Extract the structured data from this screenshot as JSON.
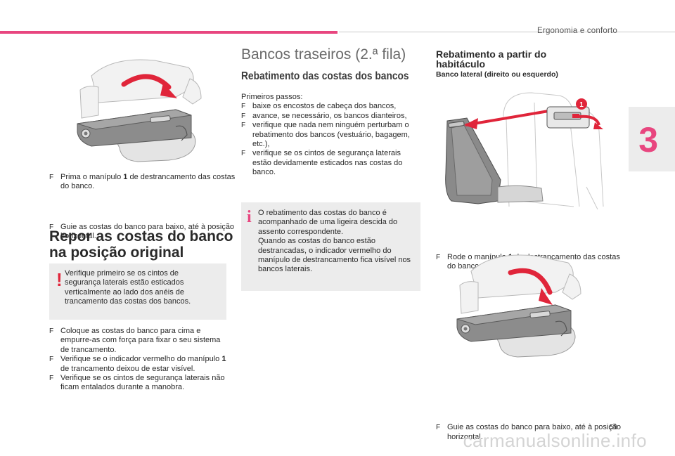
{
  "header": {
    "title": "Ergonomia e conforto"
  },
  "chapter": {
    "number": "3"
  },
  "page_number": "59",
  "watermark": {
    "text": "carmanualsonline.info"
  },
  "left_column": {
    "bullet_1_pre": "Prima o manípulo ",
    "bullet_1_num": "1",
    "bullet_1_post": " de destrancamento das costas do banco.",
    "bullet_2": "Guie as costas do banco para baixo, até à posição horizontal.",
    "section_title_line1": "Repor as costas do banco",
    "section_title_line2": "na posição original",
    "warning_text": "Verifique primeiro se os cintos de segurança laterais estão esticados verticalmente ao lado dos anéis de trancamento das costas dos bancos.",
    "bullet_3": "Coloque as costas do banco para cima e empurre-as com força para fixar o seu sistema de trancamento.",
    "bullet_4_pre": "Verifique se o indicador vermelho do manípulo ",
    "bullet_4_num": "1",
    "bullet_4_post": " de trancamento deixou de estar visível.",
    "bullet_5": "Verifique se os cintos de segurança laterais não ficam entalados durante a manobra."
  },
  "middle_column": {
    "title": "Bancos traseiros (2.ª fila)",
    "subtitle": "Rebatimento das costas dos bancos",
    "intro": "Primeiros passos:",
    "steps": [
      "baixe os encostos de cabeça dos bancos,",
      "avance, se necessário, os bancos dianteiros,",
      "verifique que nada nem ninguém perturbam o rebatimento dos bancos (vestuário, bagagem, etc.),",
      "verifique se os cintos de segurança laterais estão devidamente esticados nas costas do banco."
    ],
    "info_text_1": "O rebatimento das costas do banco é acompanhado de uma ligeira descida do assento correspondente.",
    "info_text_2": "Quando as costas do banco estão destrancadas, o indicador vermelho do manípulo de destrancamento fica visível nos bancos laterais."
  },
  "right_column": {
    "title_line1": "Rebatimento a partir do",
    "title_line2": "habitáculo",
    "subtitle": "Banco lateral (direito ou esquerdo)",
    "callout_label": "1",
    "bullet_1_pre": "Rode o manípulo ",
    "bullet_1_num": "1",
    "bullet_1_post": " de destrancamento das costas do banco.",
    "bullet_2": "Guie as costas do banco para baixo, até à posição horizontal."
  },
  "symbols": {
    "bullet": "F",
    "warning": "!",
    "info": "i"
  },
  "colors": {
    "accent": "#e8467f",
    "warning": "#e0253a",
    "box": "#ececec"
  }
}
